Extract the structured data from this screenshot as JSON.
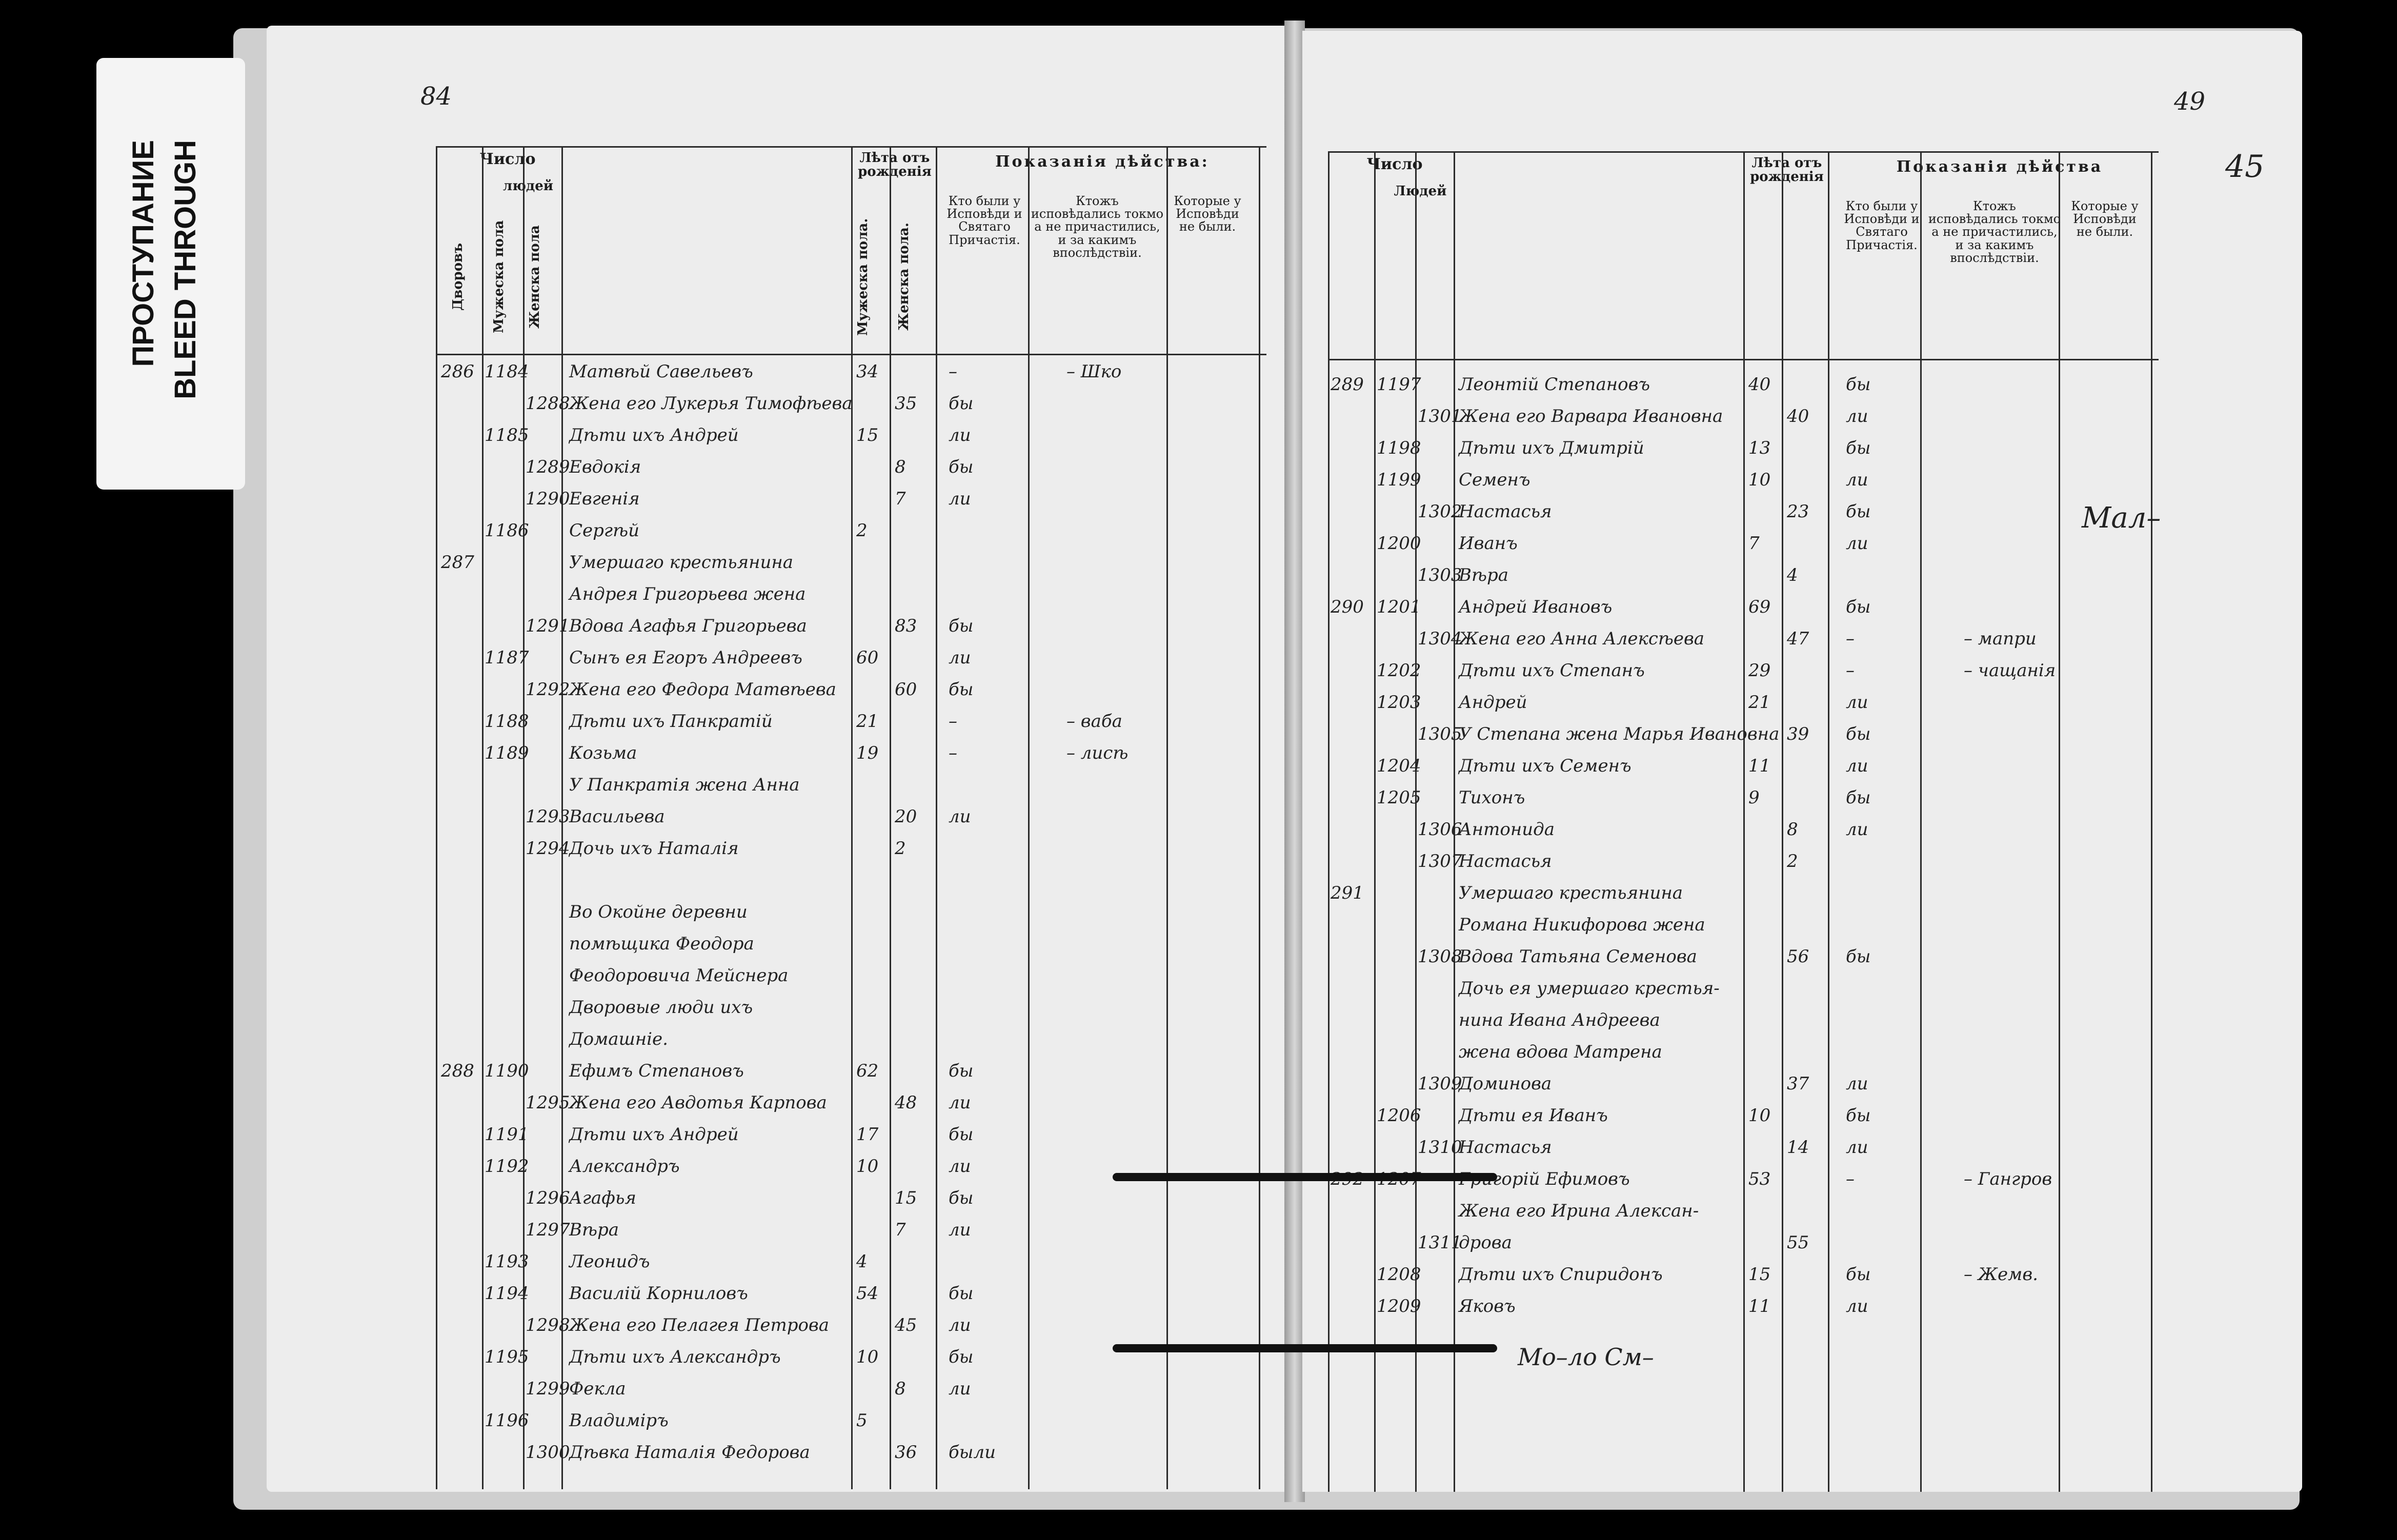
{
  "sticker": {
    "line1": "ПРОСТУПАНИЕ",
    "line2": "BLEED THROUGH"
  },
  "folio": {
    "left_corner": "84",
    "right_number": "49",
    "right_stamp": "45"
  },
  "headers": {
    "left": {
      "chislo": "Число",
      "lyudey": "людей",
      "col_a": "Дворовъ",
      "col_b": "Мужеска пола",
      "col_c": "Женска пола",
      "lata": "Лѣта отъ рожденія",
      "lata_m": "Мужеска пола.",
      "lata_f": "Женска пола.",
      "pokazania": "Показанія дѣйства:",
      "kto_byli": "Кто были у Исповѣди и Святаго Причастія.",
      "ktozh": "Ктожъ исповѣдались токмо а не причастились, и за какимъ впослѣдствіи.",
      "kotorye": "Которые у Исповѣди не были."
    },
    "right": {
      "chislo": "Число",
      "lyudey": "Людей",
      "lata": "Лѣта отъ рожденія",
      "pokazania": "Показанія дѣйства",
      "kto_byli": "Кто были у Исповѣди и Святаго Причастія.",
      "ktozh": "Ктожъ исповѣдались токмо а не причастились, и за какимъ впослѣдствіи.",
      "kotorye": "Которые у Исповѣди не были."
    }
  },
  "left_rows": [
    {
      "d": "286",
      "m": "1184",
      "f": "",
      "name": "Матвѣй Савельевъ",
      "am": "34",
      "af": "",
      "mark": "–",
      "note": "– Шко"
    },
    {
      "d": "",
      "m": "",
      "f": "1288",
      "name": "Жена его Лукерья Тимофѣева",
      "am": "",
      "af": "35",
      "mark": "бы",
      "note": ""
    },
    {
      "d": "",
      "m": "1185",
      "f": "",
      "name": "Дѣти ихъ Андрей",
      "am": "15",
      "af": "",
      "mark": "ли",
      "note": ""
    },
    {
      "d": "",
      "m": "",
      "f": "1289",
      "name": "Евдокія",
      "am": "",
      "af": "8",
      "mark": "бы",
      "note": ""
    },
    {
      "d": "",
      "m": "",
      "f": "1290",
      "name": "Евгенія",
      "am": "",
      "af": "7",
      "mark": "ли",
      "note": ""
    },
    {
      "d": "",
      "m": "1186",
      "f": "",
      "name": "Сергѣй",
      "am": "2",
      "af": "",
      "mark": "",
      "note": ""
    },
    {
      "d": "287",
      "m": "",
      "f": "",
      "name": "Умершаго крестьянина",
      "am": "",
      "af": "",
      "mark": "",
      "note": ""
    },
    {
      "d": "",
      "m": "",
      "f": "",
      "name": "Андрея Григорьева жена",
      "am": "",
      "af": "",
      "mark": "",
      "note": ""
    },
    {
      "d": "",
      "m": "",
      "f": "1291",
      "name": "Вдова Агафья Григорьева",
      "am": "",
      "af": "83",
      "mark": "бы",
      "note": ""
    },
    {
      "d": "",
      "m": "1187",
      "f": "",
      "name": "Сынъ ея Егоръ Андреевъ",
      "am": "60",
      "af": "",
      "mark": "ли",
      "note": ""
    },
    {
      "d": "",
      "m": "",
      "f": "1292",
      "name": "Жена его Федора Матвѣева",
      "am": "",
      "af": "60",
      "mark": "бы",
      "note": ""
    },
    {
      "d": "",
      "m": "1188",
      "f": "",
      "name": "Дѣти ихъ Панкратій",
      "am": "21",
      "af": "",
      "mark": "–",
      "note": "– ваба"
    },
    {
      "d": "",
      "m": "1189",
      "f": "",
      "name": "Козьма",
      "am": "19",
      "af": "",
      "mark": "–",
      "note": "– лисѣ"
    },
    {
      "d": "",
      "m": "",
      "f": "",
      "name": "У Панкратія жена Анна",
      "am": "",
      "af": "",
      "mark": "",
      "note": ""
    },
    {
      "d": "",
      "m": "",
      "f": "1293",
      "name": "Васильева",
      "am": "",
      "af": "20",
      "mark": "ли",
      "note": ""
    },
    {
      "d": "",
      "m": "",
      "f": "1294",
      "name": "Дочь ихъ Наталія",
      "am": "",
      "af": "2",
      "mark": "",
      "note": ""
    },
    {
      "d": "",
      "m": "",
      "f": "",
      "name": "",
      "am": "",
      "af": "",
      "mark": "",
      "note": ""
    },
    {
      "d": "",
      "m": "",
      "f": "",
      "name": "Во Окойне деревни",
      "am": "",
      "af": "",
      "mark": "",
      "note": ""
    },
    {
      "d": "",
      "m": "",
      "f": "",
      "name": "помѣщика Феодора",
      "am": "",
      "af": "",
      "mark": "",
      "note": ""
    },
    {
      "d": "",
      "m": "",
      "f": "",
      "name": "Феодоровича Мейснера",
      "am": "",
      "af": "",
      "mark": "",
      "note": ""
    },
    {
      "d": "",
      "m": "",
      "f": "",
      "name": "Дворовые люди ихъ",
      "am": "",
      "af": "",
      "mark": "",
      "note": ""
    },
    {
      "d": "",
      "m": "",
      "f": "",
      "name": "Домашніе.",
      "am": "",
      "af": "",
      "mark": "",
      "note": ""
    },
    {
      "d": "288",
      "m": "1190",
      "f": "",
      "name": "Ефимъ Степановъ",
      "am": "62",
      "af": "",
      "mark": "бы",
      "note": ""
    },
    {
      "d": "",
      "m": "",
      "f": "1295",
      "name": "Жена его Авдотья Карпова",
      "am": "",
      "af": "48",
      "mark": "ли",
      "note": ""
    },
    {
      "d": "",
      "m": "1191",
      "f": "",
      "name": "Дѣти ихъ Андрей",
      "am": "17",
      "af": "",
      "mark": "бы",
      "note": ""
    },
    {
      "d": "",
      "m": "1192",
      "f": "",
      "name": "Александръ",
      "am": "10",
      "af": "",
      "mark": "ли",
      "note": ""
    },
    {
      "d": "",
      "m": "",
      "f": "1296",
      "name": "Агафья",
      "am": "",
      "af": "15",
      "mark": "бы",
      "note": ""
    },
    {
      "d": "",
      "m": "",
      "f": "1297",
      "name": "Вѣра",
      "am": "",
      "af": "7",
      "mark": "ли",
      "note": ""
    },
    {
      "d": "",
      "m": "1193",
      "f": "",
      "name": "Леонидъ",
      "am": "4",
      "af": "",
      "mark": "",
      "note": ""
    },
    {
      "d": "",
      "m": "1194",
      "f": "",
      "name": "Василій Корниловъ",
      "am": "54",
      "af": "",
      "mark": "бы",
      "note": ""
    },
    {
      "d": "",
      "m": "",
      "f": "1298",
      "name": "Жена его Пелагея Петрова",
      "am": "",
      "af": "45",
      "mark": "ли",
      "note": ""
    },
    {
      "d": "",
      "m": "1195",
      "f": "",
      "name": "Дѣти ихъ Александръ",
      "am": "10",
      "af": "",
      "mark": "бы",
      "note": ""
    },
    {
      "d": "",
      "m": "",
      "f": "1299",
      "name": "Фекла",
      "am": "",
      "af": "8",
      "mark": "ли",
      "note": ""
    },
    {
      "d": "",
      "m": "1196",
      "f": "",
      "name": "Владиміръ",
      "am": "5",
      "af": "",
      "mark": "",
      "note": ""
    },
    {
      "d": "",
      "m": "",
      "f": "1300",
      "name": "Дѣвка Наталія Федорова",
      "am": "",
      "af": "36",
      "mark": "были",
      "note": ""
    }
  ],
  "right_rows": [
    {
      "d": "289",
      "m": "1197",
      "f": "",
      "name": "Леонтій Степановъ",
      "am": "40",
      "af": "",
      "mark": "бы",
      "note": "",
      "side": ""
    },
    {
      "d": "",
      "m": "",
      "f": "1301",
      "name": "Жена его Варвара Ивановна",
      "am": "",
      "af": "40",
      "mark": "ли",
      "note": "",
      "side": ""
    },
    {
      "d": "",
      "m": "1198",
      "f": "",
      "name": "Дѣти ихъ Дмитрій",
      "am": "13",
      "af": "",
      "mark": "бы",
      "note": "",
      "side": ""
    },
    {
      "d": "",
      "m": "1199",
      "f": "",
      "name": "Семенъ",
      "am": "10",
      "af": "",
      "mark": "ли",
      "note": "",
      "side": ""
    },
    {
      "d": "",
      "m": "",
      "f": "1302",
      "name": "Настасья",
      "am": "",
      "af": "23",
      "mark": "бы",
      "note": "",
      "side": "Мал–"
    },
    {
      "d": "",
      "m": "1200",
      "f": "",
      "name": "Иванъ",
      "am": "7",
      "af": "",
      "mark": "ли",
      "note": "",
      "side": ""
    },
    {
      "d": "",
      "m": "",
      "f": "1303",
      "name": "Вѣра",
      "am": "",
      "af": "4",
      "mark": "",
      "note": "",
      "side": ""
    },
    {
      "d": "290",
      "m": "1201",
      "f": "",
      "name": "Андрей Ивановъ",
      "am": "69",
      "af": "",
      "mark": "бы",
      "note": "",
      "side": ""
    },
    {
      "d": "",
      "m": "",
      "f": "1304",
      "name": "Жена его Анна Алексѣева",
      "am": "",
      "af": "47",
      "mark": "–",
      "note": "– мапри",
      "side": ""
    },
    {
      "d": "",
      "m": "1202",
      "f": "",
      "name": "Дѣти ихъ Степанъ",
      "am": "29",
      "af": "",
      "mark": "–",
      "note": "– чащанія",
      "side": ""
    },
    {
      "d": "",
      "m": "1203",
      "f": "",
      "name": "Андрей",
      "am": "21",
      "af": "",
      "mark": "ли",
      "note": "",
      "side": ""
    },
    {
      "d": "",
      "m": "",
      "f": "1305",
      "name": "У Степана жена Марья Ивановна",
      "am": "",
      "af": "39",
      "mark": "бы",
      "note": "",
      "side": ""
    },
    {
      "d": "",
      "m": "1204",
      "f": "",
      "name": "Дѣти ихъ Семенъ",
      "am": "11",
      "af": "",
      "mark": "ли",
      "note": "",
      "side": ""
    },
    {
      "d": "",
      "m": "1205",
      "f": "",
      "name": "Тихонъ",
      "am": "9",
      "af": "",
      "mark": "бы",
      "note": "",
      "side": ""
    },
    {
      "d": "",
      "m": "",
      "f": "1306",
      "name": "Антонида",
      "am": "",
      "af": "8",
      "mark": "ли",
      "note": "",
      "side": ""
    },
    {
      "d": "",
      "m": "",
      "f": "1307",
      "name": "Настасья",
      "am": "",
      "af": "2",
      "mark": "",
      "note": "",
      "side": ""
    },
    {
      "d": "291",
      "m": "",
      "f": "",
      "name": "Умершаго крестьянина",
      "am": "",
      "af": "",
      "mark": "",
      "note": "",
      "side": ""
    },
    {
      "d": "",
      "m": "",
      "f": "",
      "name": "Романа Никифорова жена",
      "am": "",
      "af": "",
      "mark": "",
      "note": "",
      "side": ""
    },
    {
      "d": "",
      "m": "",
      "f": "1308",
      "name": "Вдова Татьяна Семенова",
      "am": "",
      "af": "56",
      "mark": "бы",
      "note": "",
      "side": ""
    },
    {
      "d": "",
      "m": "",
      "f": "",
      "name": "Дочь ея умершаго крестья-",
      "am": "",
      "af": "",
      "mark": "",
      "note": "",
      "side": ""
    },
    {
      "d": "",
      "m": "",
      "f": "",
      "name": "нина Ивана Андреева",
      "am": "",
      "af": "",
      "mark": "",
      "note": "",
      "side": ""
    },
    {
      "d": "",
      "m": "",
      "f": "",
      "name": "жена вдова Матрена",
      "am": "",
      "af": "",
      "mark": "",
      "note": "",
      "side": ""
    },
    {
      "d": "",
      "m": "",
      "f": "1309",
      "name": "Доминова",
      "am": "",
      "af": "37",
      "mark": "ли",
      "note": "",
      "side": ""
    },
    {
      "d": "",
      "m": "1206",
      "f": "",
      "name": "Дѣти ея Иванъ",
      "am": "10",
      "af": "",
      "mark": "бы",
      "note": "",
      "side": ""
    },
    {
      "d": "",
      "m": "",
      "f": "1310",
      "name": "Настасья",
      "am": "",
      "af": "14",
      "mark": "ли",
      "note": "",
      "side": ""
    },
    {
      "d": "292",
      "m": "1207",
      "f": "",
      "name": "Григорій Ефимовъ",
      "am": "53",
      "af": "",
      "mark": "–",
      "note": "– Гангров",
      "side": ""
    },
    {
      "d": "",
      "m": "",
      "f": "",
      "name": "Жена его Ирина Алексан-",
      "am": "",
      "af": "",
      "mark": "",
      "note": "",
      "side": ""
    },
    {
      "d": "",
      "m": "",
      "f": "1311",
      "name": "дрова",
      "am": "",
      "af": "55",
      "mark": "",
      "note": "",
      "side": ""
    },
    {
      "d": "",
      "m": "1208",
      "f": "",
      "name": "Дѣти ихъ Спиридонъ",
      "am": "15",
      "af": "",
      "mark": "бы",
      "note": "– Жемв.",
      "side": ""
    },
    {
      "d": "",
      "m": "1209",
      "f": "",
      "name": "Яковъ",
      "am": "11",
      "af": "",
      "mark": "ли",
      "note": "",
      "side": ""
    }
  ],
  "right_footer": "Мо–ло См–"
}
